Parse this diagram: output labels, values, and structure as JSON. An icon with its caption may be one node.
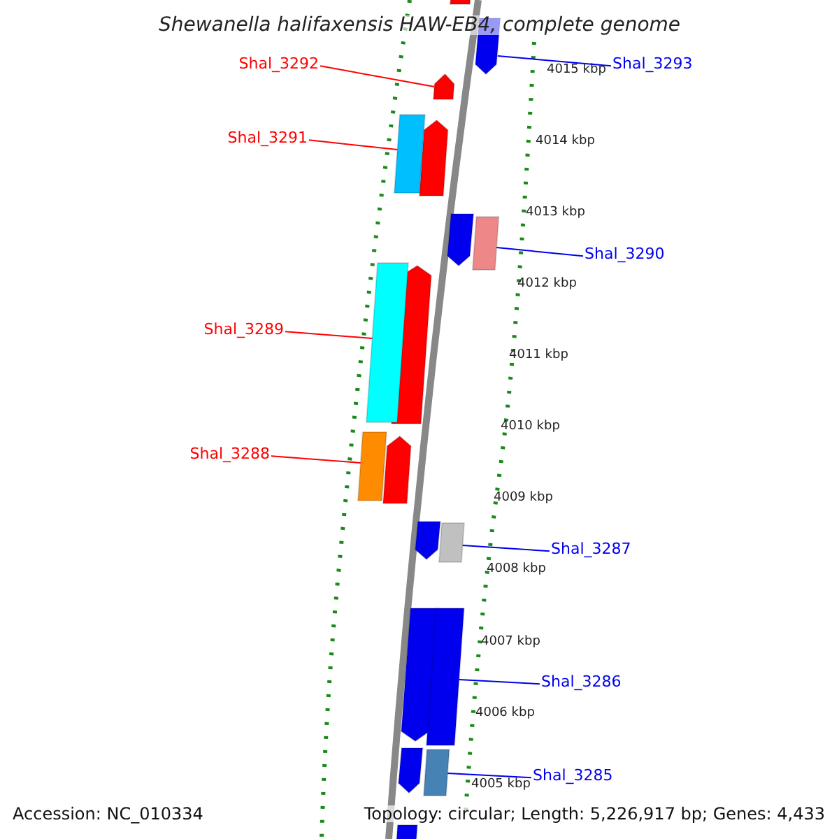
{
  "diagram": {
    "title": "Shewanella halifaxensis HAW-EB4, complete genome",
    "nodes": [
      {
        "text": [
          "Shal_3292"
        ]
      },
      {
        "text": [
          "Shal_3293"
        ]
      },
      {
        "text": [
          "Shal_3291"
        ]
      },
      {
        "text": [
          "Shal_3290"
        ]
      },
      {
        "text": [
          "Shal_3289"
        ]
      },
      {
        "text": [
          "Shal_3288"
        ]
      },
      {
        "text": [
          "Shal_3287"
        ]
      },
      {
        "text": [
          "Shal_3286"
        ]
      },
      {
        "text": [
          "Shal_3285"
        ]
      },
      {
        "text": [],
        "shape": "arrow"
      },
      {
        "text": [],
        "shape": "arrow"
      },
      {
        "text": [],
        "shape": "bar"
      },
      {
        "text": [],
        "shape": "bar"
      },
      {
        "text": [],
        "shape": "bar"
      },
      {
        "text": [],
        "shape": "bar"
      },
      {
        "text": [],
        "shape": "bar"
      },
      {
        "text": [],
        "shape": "bar"
      },
      {
        "text": [],
        "shape": "bar"
      }
    ],
    "edges": [
      {
        "from": 0,
        "to": 10,
        "arrow": "none",
        "color": "#ff0000"
      },
      {
        "from": 1,
        "to": 9,
        "arrow": "none"
      },
      {
        "from": 2,
        "to": 11,
        "arrow": "none",
        "color": "#ff0000"
      },
      {
        "from": 3,
        "to": 12,
        "arrow": "none"
      },
      {
        "from": 4,
        "to": 13,
        "arrow": "none",
        "color": "#ff0000"
      },
      {
        "from": 5,
        "to": 14,
        "arrow": "none",
        "color": "#ff0000"
      },
      {
        "from": 6,
        "to": 15,
        "arrow": "none"
      },
      {
        "from": 7,
        "to": 16,
        "arrow": "none"
      },
      {
        "from": 8,
        "to": 17,
        "arrow": "none"
      }
    ],
    "labels": [
      "4015 kbp",
      "4014 kbp",
      "4013 kbp",
      "4012 kbp",
      "4011 kbp",
      "4010 kbp",
      "4009 kbp",
      "4008 kbp",
      "4007 kbp",
      "4006 kbp",
      "4005 kbp",
      "Accession: NC_010334",
      "Topology: circular; Length: 5,226,917 bp; Genes: 4,433"
    ]
  }
}
